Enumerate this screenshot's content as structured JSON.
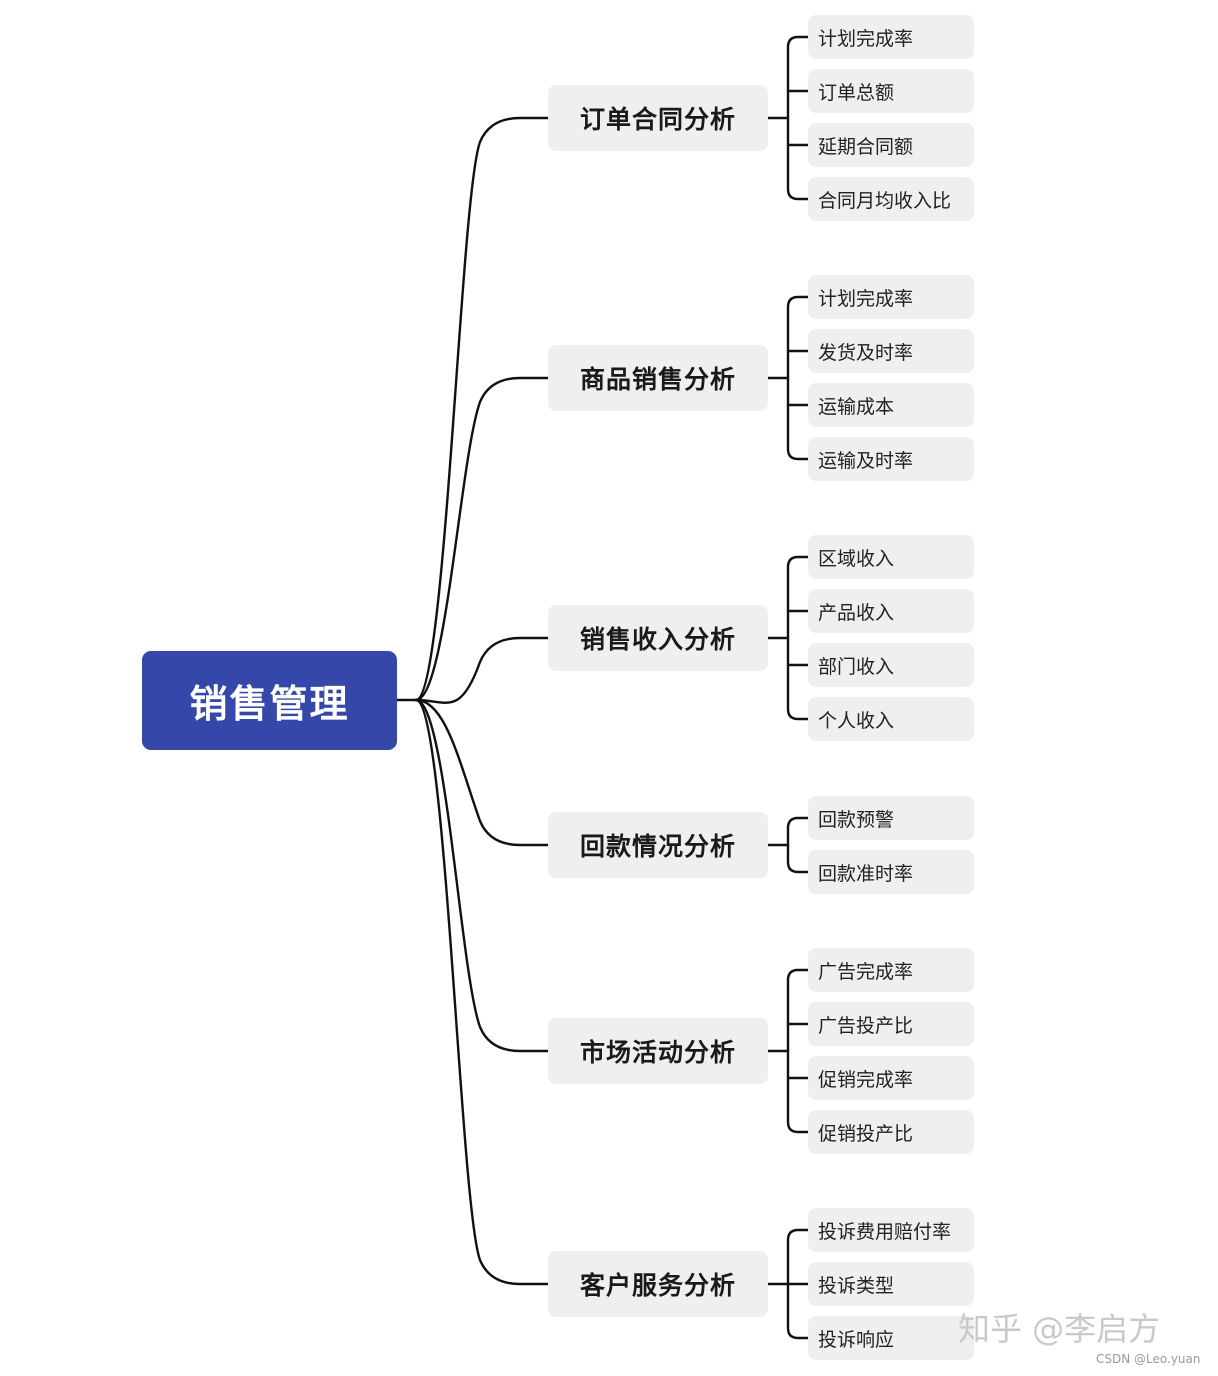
{
  "root": {
    "label": "销售管理",
    "color": "#3547a8"
  },
  "branches": [
    {
      "label": "订单合同分析",
      "leaves": [
        "计划完成率",
        "订单总额",
        "延期合同额",
        "合同月均收入比"
      ]
    },
    {
      "label": "商品销售分析",
      "leaves": [
        "计划完成率",
        "发货及时率",
        "运输成本",
        "运输及时率"
      ]
    },
    {
      "label": "销售收入分析",
      "leaves": [
        "区域收入",
        "产品收入",
        "部门收入",
        "个人收入"
      ]
    },
    {
      "label": "回款情况分析",
      "leaves": [
        "回款预警",
        "回款准时率"
      ]
    },
    {
      "label": "市场活动分析",
      "leaves": [
        "广告完成率",
        "广告投产比",
        "促销完成率",
        "促销投产比"
      ]
    },
    {
      "label": "客户服务分析",
      "leaves": [
        "投诉费用赔付率",
        "投诉类型",
        "投诉响应"
      ]
    }
  ],
  "watermark": "知乎 @李启方",
  "credit": "CSDN @Leo.yuan"
}
